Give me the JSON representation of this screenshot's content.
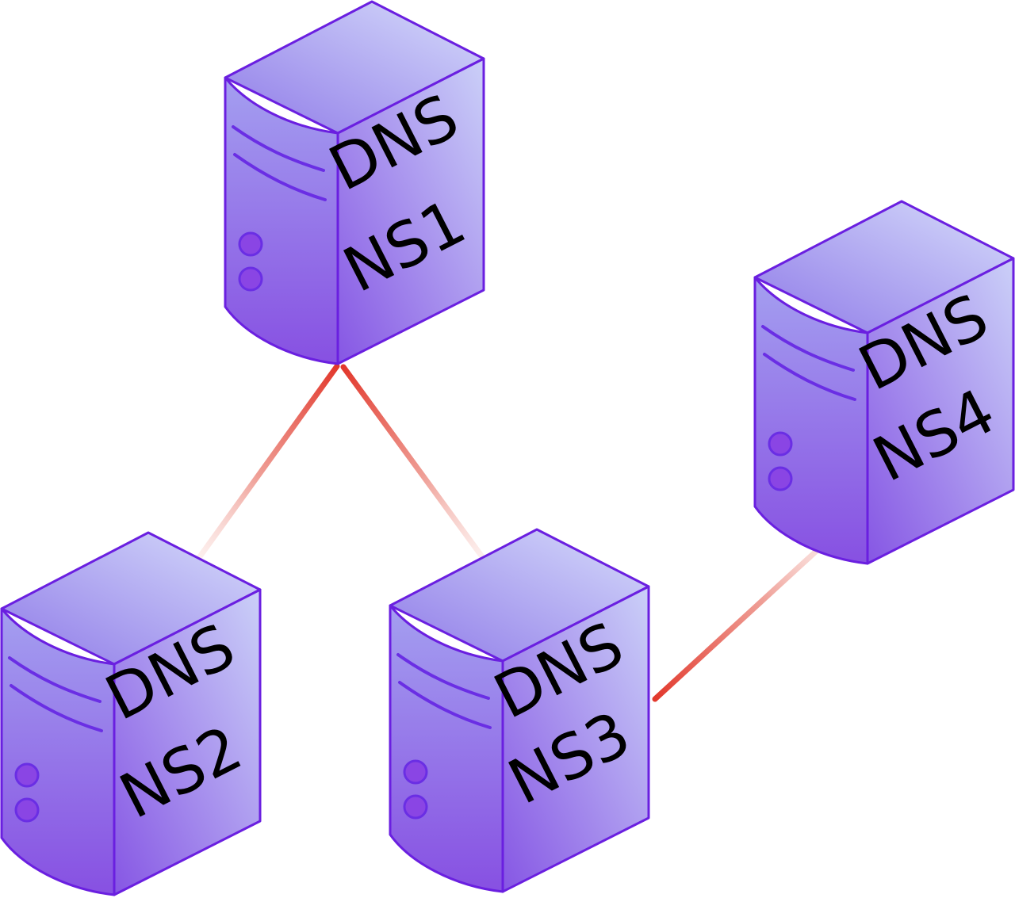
{
  "diagram": {
    "servers": [
      {
        "id": "ns1",
        "service": "DNS",
        "name": "NS1"
      },
      {
        "id": "ns2",
        "service": "DNS",
        "name": "NS2"
      },
      {
        "id": "ns3",
        "service": "DNS",
        "name": "NS3"
      },
      {
        "id": "ns4",
        "service": "DNS",
        "name": "NS4"
      }
    ],
    "links": [
      {
        "from": "NS1",
        "to": "NS2"
      },
      {
        "from": "NS1",
        "to": "NS3"
      },
      {
        "from": "NS3",
        "to": "NS4"
      }
    ],
    "colors": {
      "server_outline": "#6a1fe0",
      "server_body_light": "#d4dafa",
      "server_body_dark": "#8a48e0",
      "link": "#e2382c"
    }
  }
}
